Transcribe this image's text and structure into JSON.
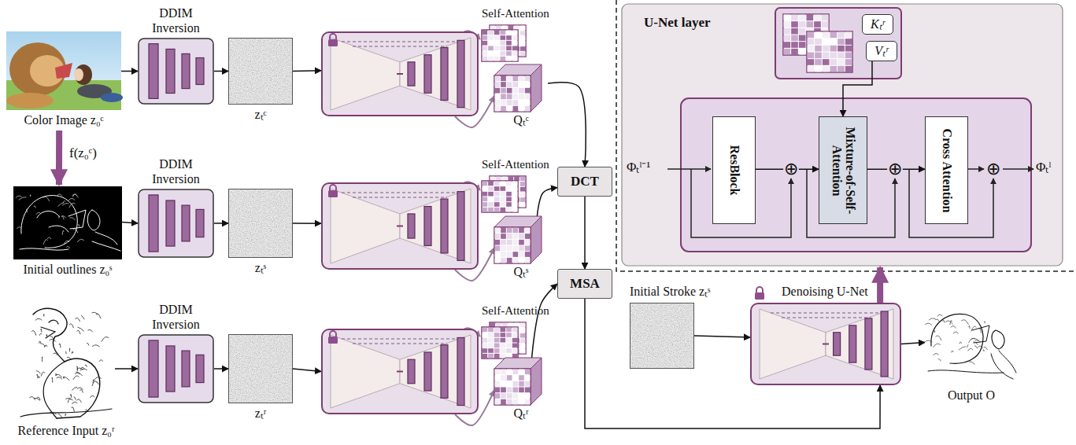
{
  "diagram": {
    "nodes": [
      {
        "text": [
          "Color Image z₀ᶜ"
        ]
      },
      {
        "text": [
          "DDIM Inversion"
        ]
      },
      {
        "text": [
          "zₜᶜ"
        ]
      },
      {
        "text": [
          "Self-Attention"
        ]
      },
      {
        "text": [
          "Qₜᶜ"
        ]
      },
      {
        "text": [
          "Initial outlines z₀ˢ"
        ]
      },
      {
        "text": [
          "DDIM Inversion"
        ]
      },
      {
        "text": [
          "zₜˢ"
        ]
      },
      {
        "text": [
          "Self-Attention"
        ]
      },
      {
        "text": [
          "Qₜˢ"
        ]
      },
      {
        "text": [
          "Reference Input z₀ʳ"
        ]
      },
      {
        "text": [
          "DDIM Inversion"
        ]
      },
      {
        "text": [
          "zₜʳ"
        ]
      },
      {
        "text": [
          "Self-Attention"
        ]
      },
      {
        "text": [
          "Qₜʳ"
        ]
      },
      {
        "text": [
          "DCT"
        ]
      },
      {
        "text": [
          "MSA"
        ]
      },
      {
        "text": [
          "U-Net layer"
        ]
      },
      {
        "text": [
          "Kₜʳ"
        ],
        "in": 17
      },
      {
        "text": [
          "Vₜʳ"
        ],
        "in": 17
      },
      {
        "text": [
          "ResBlock"
        ],
        "in": 17
      },
      {
        "text": [
          "Mixture-of-Self-Attention"
        ],
        "in": 17
      },
      {
        "text": [
          "Cross Attention"
        ],
        "in": 17
      },
      {
        "text": [
          "Initial Stroke zₜˢ"
        ]
      },
      {
        "text": [
          "Denoising U-Net"
        ]
      },
      {
        "text": [
          "Output O"
        ]
      }
    ],
    "edges": [
      {
        "from": 0,
        "to": 1,
        "arrow": "to"
      },
      {
        "from": 1,
        "to": 2,
        "arrow": "to"
      },
      {
        "from": 2,
        "to": 3,
        "arrow": "to"
      },
      {
        "from": 3,
        "to": 4,
        "arrow": "to"
      },
      {
        "from": 4,
        "to": 15,
        "arrow": "to"
      },
      {
        "from": 0,
        "to": 5,
        "arrow": "to"
      },
      {
        "from": 5,
        "to": 6,
        "arrow": "to"
      },
      {
        "from": 6,
        "to": 7,
        "arrow": "to"
      },
      {
        "from": 7,
        "to": 8,
        "arrow": "to"
      },
      {
        "from": 8,
        "to": 9,
        "arrow": "to"
      },
      {
        "from": 9,
        "to": 15,
        "arrow": "to"
      },
      {
        "from": 10,
        "to": 11,
        "arrow": "to"
      },
      {
        "from": 11,
        "to": 12,
        "arrow": "to"
      },
      {
        "from": 12,
        "to": 13,
        "arrow": "to"
      },
      {
        "from": 13,
        "to": 14,
        "arrow": "to"
      },
      {
        "from": 14,
        "to": 16,
        "arrow": "to"
      },
      {
        "from": 15,
        "to": 16,
        "arrow": "to"
      },
      {
        "from": 16,
        "to": 24,
        "arrow": "to"
      },
      {
        "from": 23,
        "to": 24,
        "arrow": "to"
      },
      {
        "from": 24,
        "to": 25,
        "arrow": "to"
      },
      {
        "from": 24,
        "to": 17,
        "arrow": "to"
      },
      {
        "from": 19,
        "to": 21,
        "arrow": "to"
      },
      {
        "from": 20,
        "to": 21,
        "arrow": "to"
      },
      {
        "from": 21,
        "to": 22,
        "arrow": "to"
      }
    ],
    "labels": [
      "f(z₀ᶜ)",
      "Φₜˡ⁻¹",
      "Φₜˡ",
      "⊕",
      "⊕",
      "⊕"
    ]
  }
}
